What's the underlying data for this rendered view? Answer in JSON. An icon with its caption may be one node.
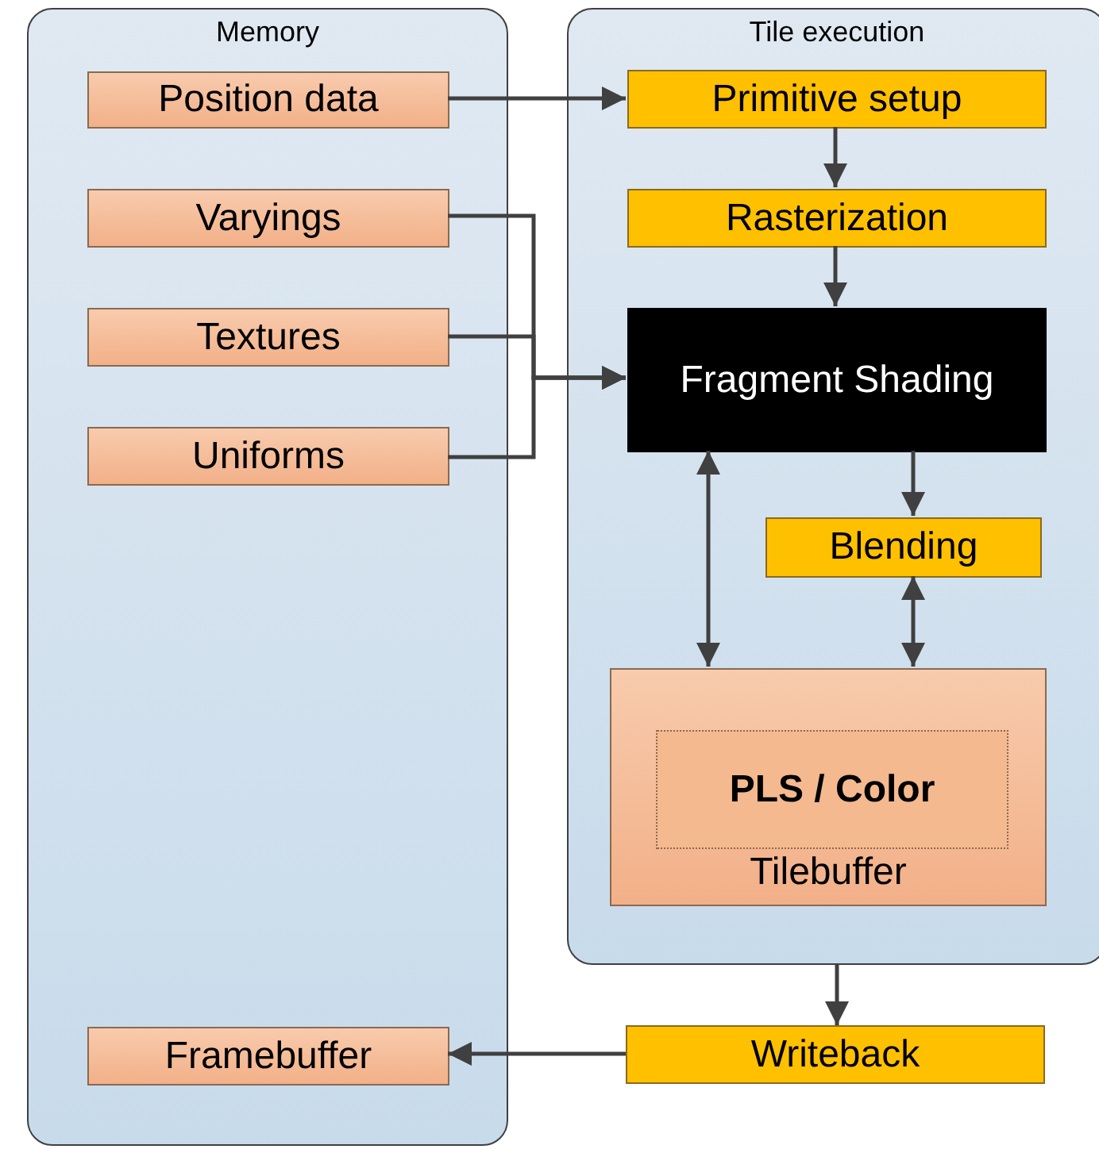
{
  "diagram": {
    "nodes": [
      {
        "text": [
          "Memory"
        ]
      },
      {
        "text": [
          "Position data"
        ],
        "in": 0
      },
      {
        "text": [
          "Varyings"
        ],
        "in": 0
      },
      {
        "text": [
          "Textures"
        ],
        "in": 0
      },
      {
        "text": [
          "Uniforms"
        ],
        "in": 0
      },
      {
        "text": [
          "Framebuffer"
        ],
        "in": 0
      },
      {
        "text": [
          "Tile execution"
        ]
      },
      {
        "text": [
          "Primitive setup"
        ],
        "in": 6
      },
      {
        "text": [
          "Rasterization"
        ],
        "in": 6
      },
      {
        "text": [
          "Fragment Shading"
        ],
        "in": 6
      },
      {
        "text": [
          "Blending"
        ],
        "in": 6
      },
      {
        "text": [
          "Tilebuffer"
        ],
        "in": 6
      },
      {
        "text": [
          "PLS / Color"
        ],
        "in": 11
      },
      {
        "text": [
          "Writeback"
        ]
      }
    ],
    "edges": [
      {
        "from": 1,
        "to": 7,
        "arrow": "to"
      },
      {
        "from": 7,
        "to": 8,
        "arrow": "to"
      },
      {
        "from": 8,
        "to": 9,
        "arrow": "to"
      },
      {
        "from": 2,
        "to": 9,
        "arrow": "to"
      },
      {
        "from": 3,
        "to": 9,
        "arrow": "to"
      },
      {
        "from": 4,
        "to": 9,
        "arrow": "to"
      },
      {
        "from": 9,
        "to": 10,
        "arrow": "to"
      },
      {
        "from": 9,
        "to": 11,
        "arrow": "both"
      },
      {
        "from": 10,
        "to": 11,
        "arrow": "both"
      },
      {
        "from": 6,
        "to": 13,
        "arrow": "to"
      },
      {
        "from": 13,
        "to": 5,
        "arrow": "to"
      }
    ]
  }
}
